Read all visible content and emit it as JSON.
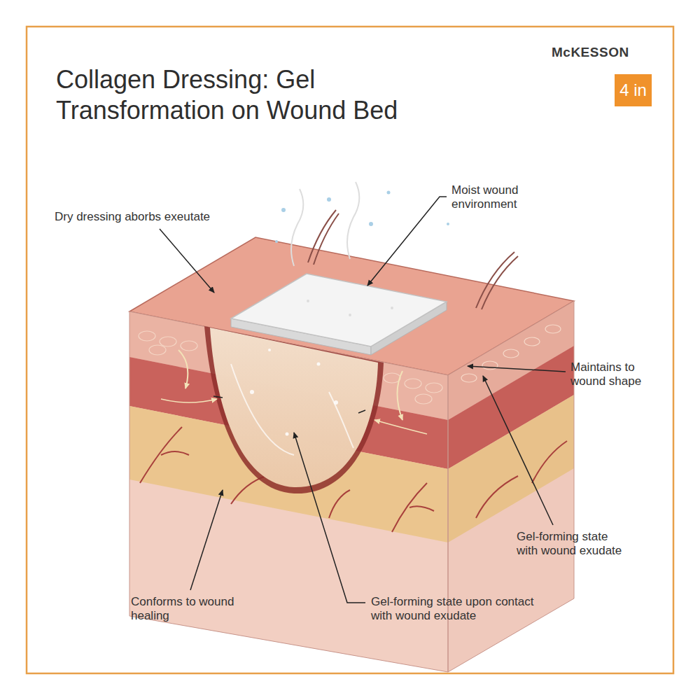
{
  "diagram": {
    "title": "Collagen Dressing: Gel Transformation on Wound Bed",
    "nodes": [
      {
        "text": [
          "4 in"
        ]
      }
    ],
    "labels": [
      "McKESSON",
      "Dry dressing aborbs exeutate",
      "Moist wound environment",
      "Maintains to wound shape",
      "Gel-forming state with wound exudate",
      "Conforms to wound healing",
      "Gel-forming state upon contact with wound exudate"
    ]
  }
}
